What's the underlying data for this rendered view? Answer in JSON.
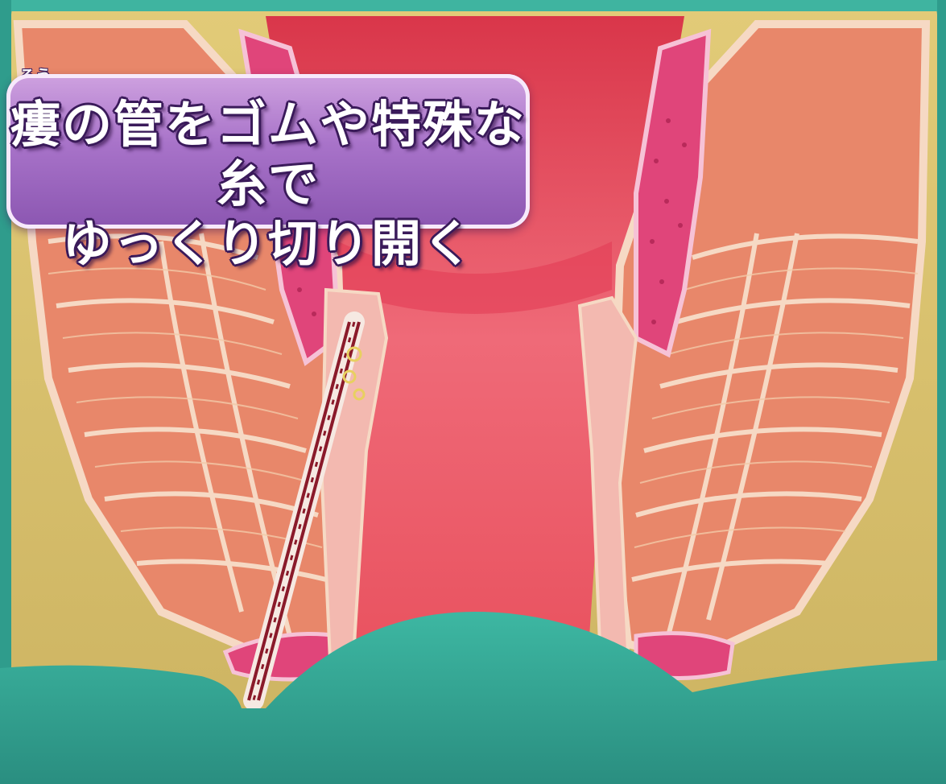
{
  "caption": {
    "ruby": "ろう",
    "line1": "瘻の管をゴムや特殊な糸で",
    "line2": "ゆっくり切り開く"
  },
  "colors": {
    "background_teal": "#2f9c8c",
    "fat_yellow": "#d8c06a",
    "muscle_orange": "#e8876a",
    "muscle_outline": "#f6d9c4",
    "mucosa_pink": "#e0457a",
    "canal_red": "#e24a55",
    "caption_purple": "#a06cc3",
    "seton_red": "#8a1a2a",
    "pus_yellow": "#f2e88a"
  }
}
